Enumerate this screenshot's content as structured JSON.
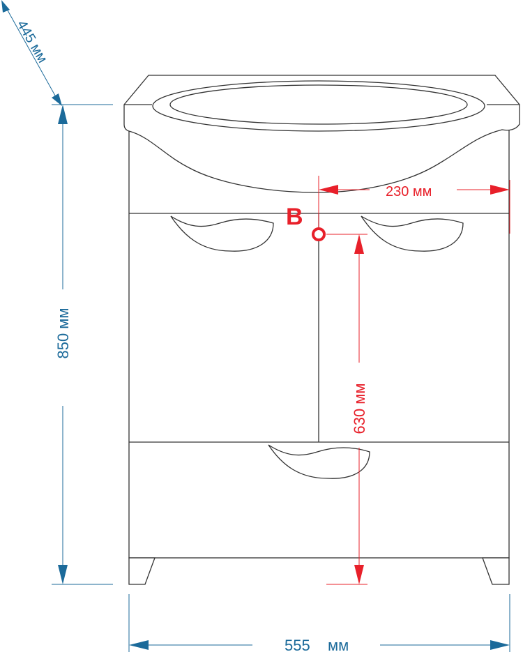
{
  "colors": {
    "outline": "#333333",
    "dimension_blue": "#1b6a9a",
    "dimension_red": "#e8202a"
  },
  "dimensions": {
    "depth": "445 мм",
    "height": "850 мм",
    "width": "555",
    "width_unit": "мм",
    "drain_offset": "230 мм",
    "drain_height": "630 мм"
  },
  "markers": {
    "water_label": "В"
  }
}
